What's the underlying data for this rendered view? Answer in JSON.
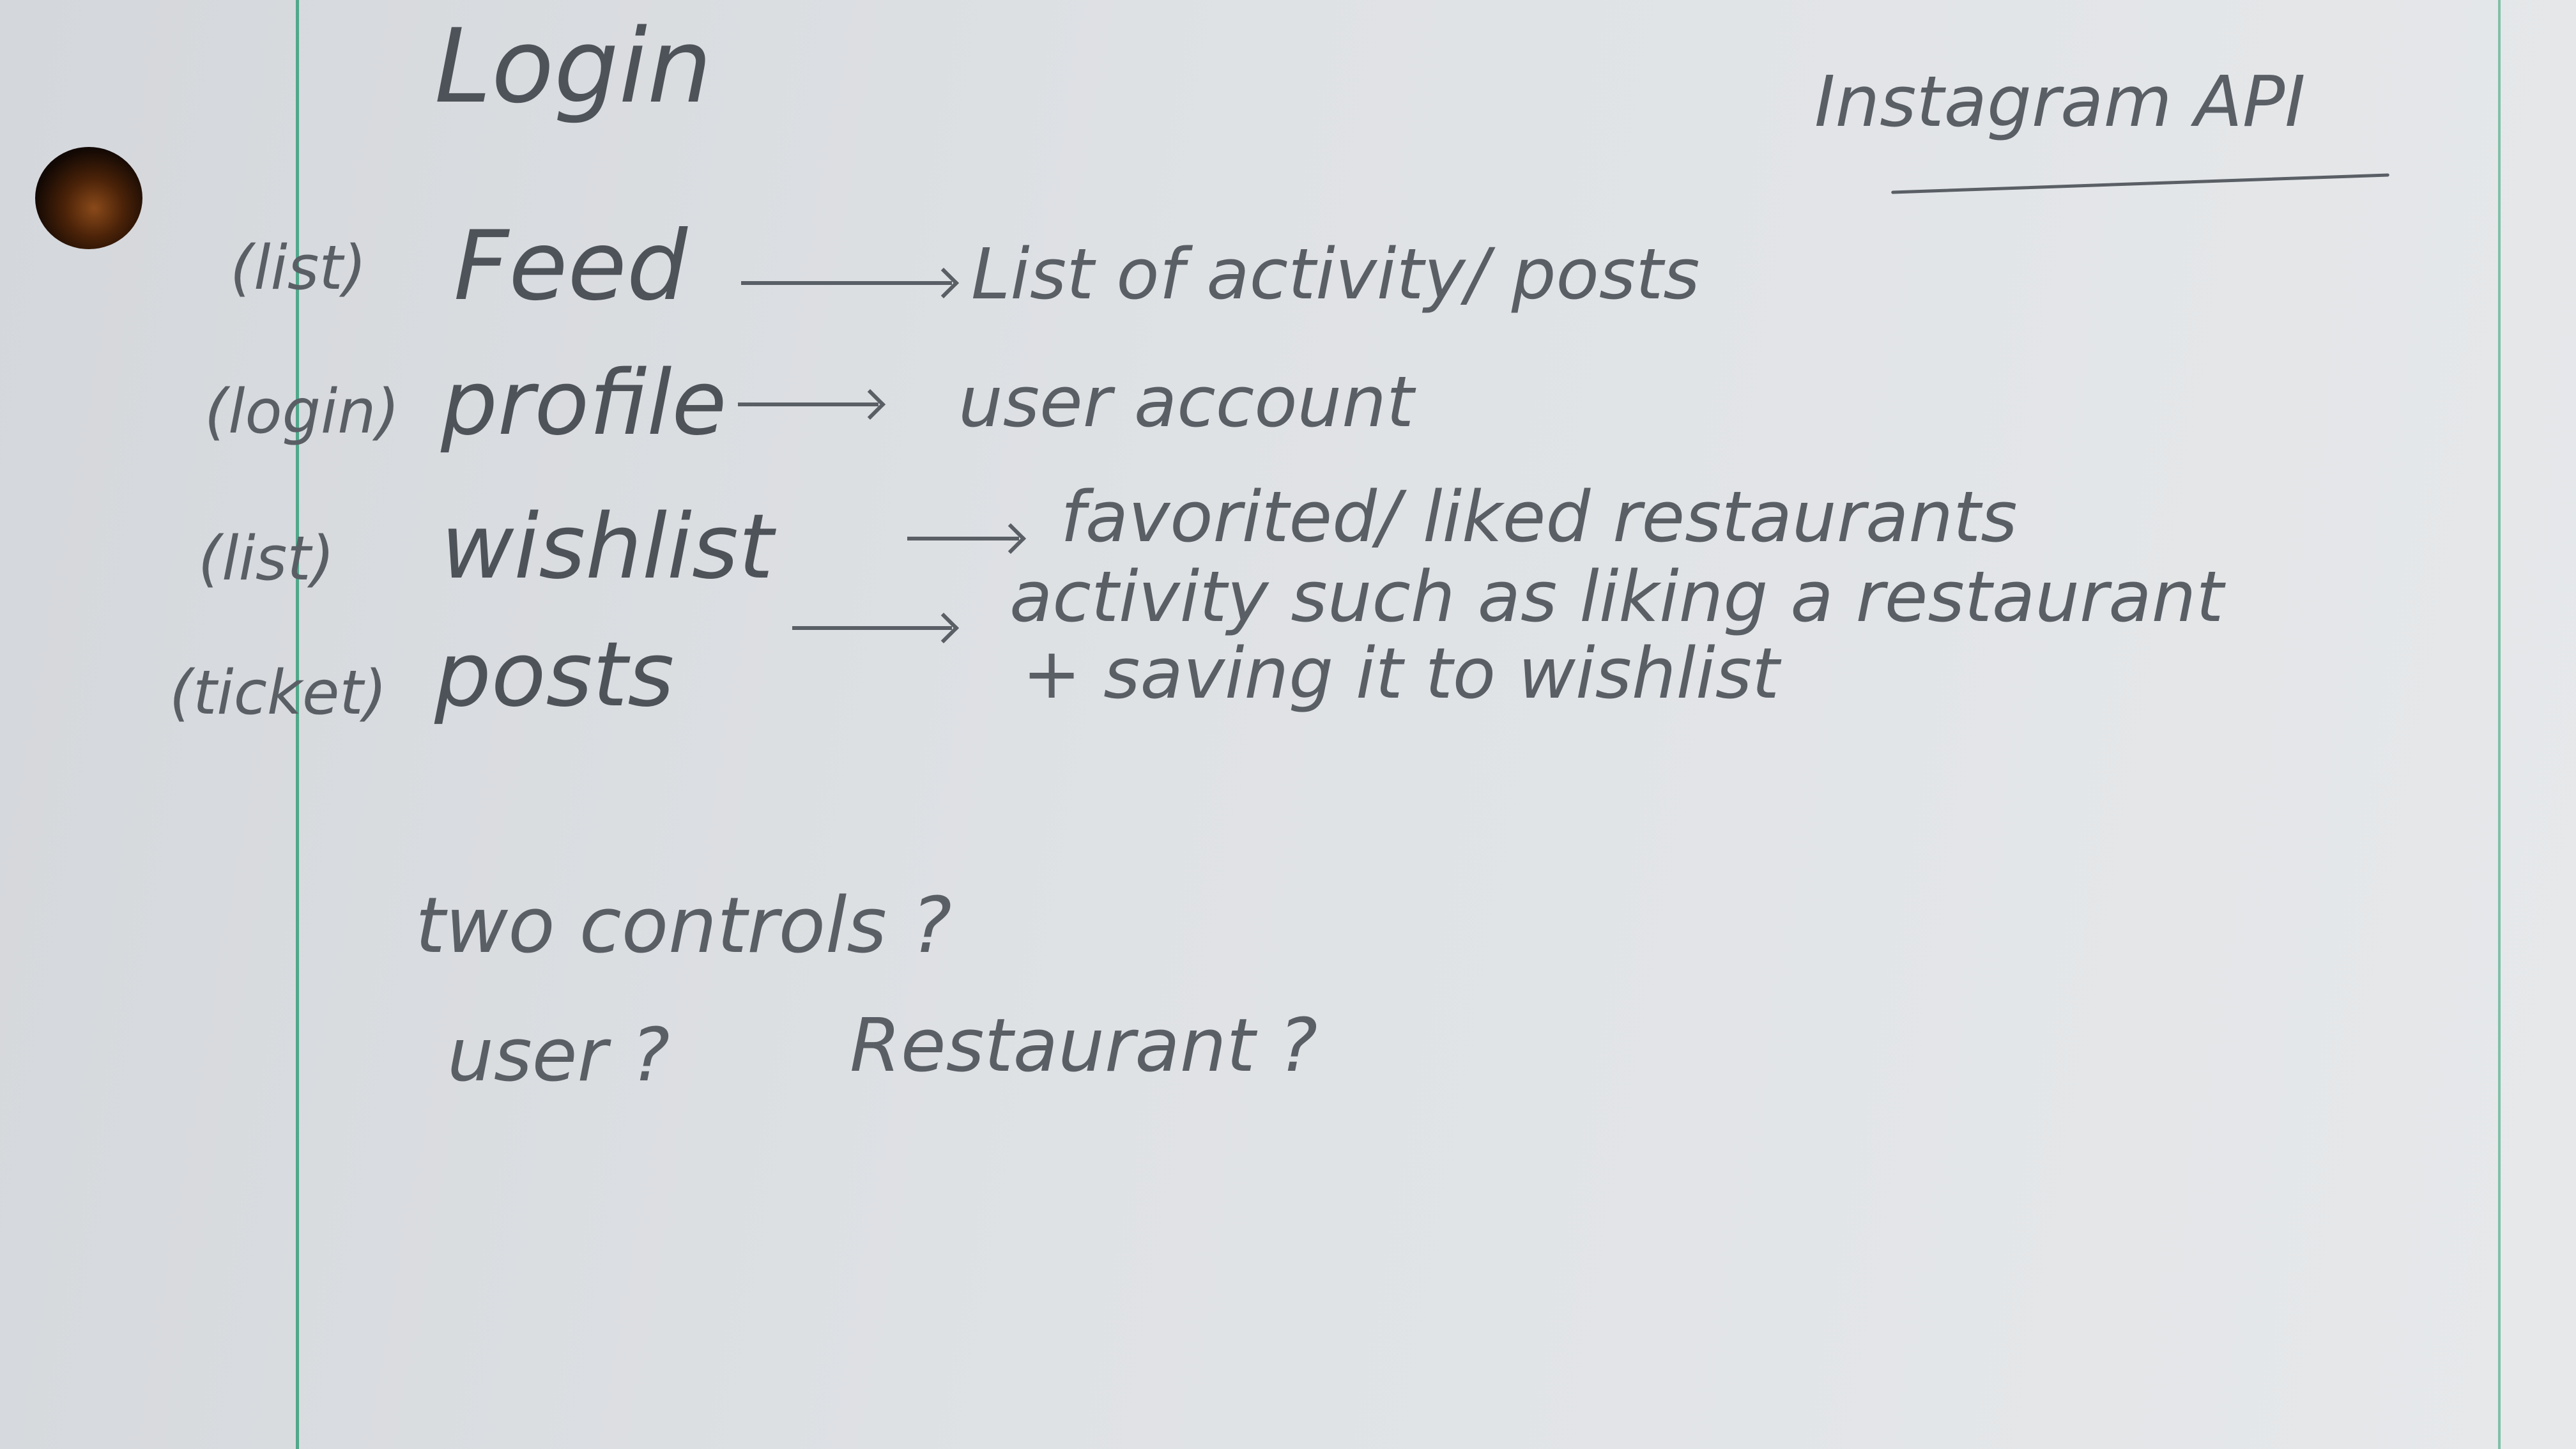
{
  "title": "Login",
  "api_note": "Instagram API",
  "rows": [
    {
      "tag": "(list)",
      "name": "Feed",
      "desc": "List of activity/ posts"
    },
    {
      "tag": "(login)",
      "name": "profile",
      "desc": "user account"
    },
    {
      "tag": "(list)",
      "name": "wishlist",
      "desc": "favorited/ liked restaurants"
    },
    {
      "tag": "(ticket)",
      "name": "posts",
      "desc": "activity such as liking a restaurant"
    }
  ],
  "posts_desc_line2": "+ saving it to wishlist",
  "question": "two controls ?",
  "user_q": "user ?",
  "restaurant_q": "Restaurant ?",
  "colors": {
    "ink": "#5a5f66",
    "margin_line": "#4fa88a",
    "paper": "#e2e4e7"
  }
}
